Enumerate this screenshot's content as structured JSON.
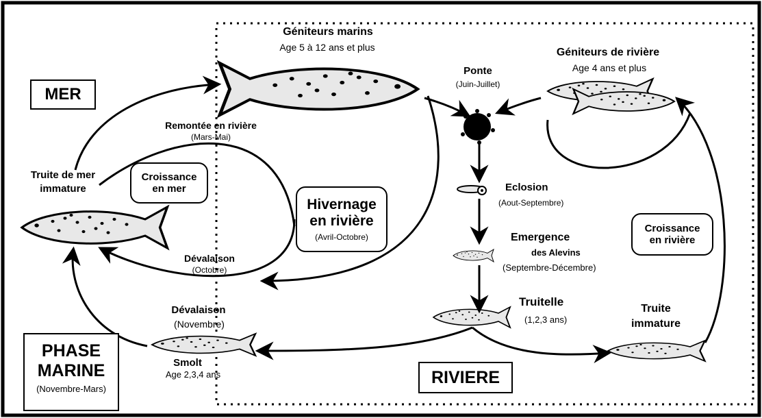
{
  "zones": {
    "mer": "MER",
    "phase_marine_line1": "PHASE",
    "phase_marine_line2": "MARINE",
    "phase_marine_period": "(Novembre-Mars)",
    "riviere": "RIVIERE"
  },
  "stages": {
    "geniteurs_marins": {
      "title": "Géniteurs marins",
      "detail": "Age 5 à 12 ans et plus"
    },
    "geniteurs_riviere": {
      "title": "Géniteurs de rivière",
      "detail": "Age 4 ans et plus"
    },
    "ponte": {
      "title": "Ponte",
      "period": "(Juin-Juillet)"
    },
    "eclosion": {
      "title": "Eclosion",
      "period": "(Aout-Septembre)"
    },
    "emergence": {
      "title": "Emergence",
      "subtitle": "des Alevins",
      "period": "(Septembre-Décembre)"
    },
    "truitelle": {
      "title": "Truitelle",
      "period": "(1,2,3 ans)"
    },
    "truite_immature_line1": "Truite",
    "truite_immature_line2": "immature",
    "smolt": {
      "title": "Smolt",
      "detail": "Age 2,3,4 ans"
    },
    "truite_mer_line1": "Truite de mer",
    "truite_mer_line2": "immature"
  },
  "transitions": {
    "remontee": {
      "title": "Remontée en rivière",
      "period": "(Mars-Mai)"
    },
    "devalaison_octobre": {
      "title": "Dévalaison",
      "period": "(Octobre)"
    },
    "devalaison_novembre": {
      "title": "Dévalaison",
      "period": "(Novembre)"
    }
  },
  "boxes": {
    "croissance_mer_line1": "Croissance",
    "croissance_mer_line2": "en mer",
    "hivernage_line1": "Hivernage",
    "hivernage_line2": "en rivière",
    "hivernage_period": "(Avril-Octobre)",
    "croissance_riviere_line1": "Croissance",
    "croissance_riviere_line2": "en rivière"
  },
  "colors": {
    "ink": "#000000",
    "background": "#ffffff",
    "fish_body": "#e8e8e8"
  }
}
